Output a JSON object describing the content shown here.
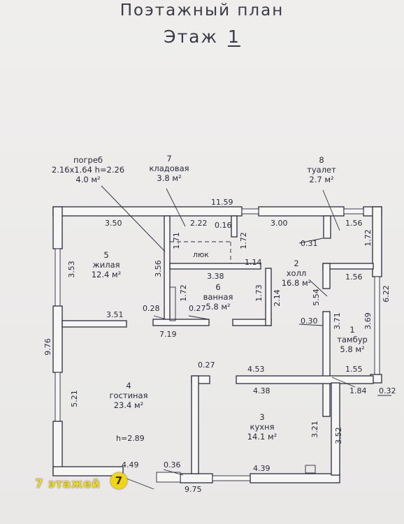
{
  "header": {
    "title": "Поэтажный план",
    "floor_label": "Этаж",
    "floor_number": "1"
  },
  "rooms": [
    {
      "id": "5",
      "num": "5",
      "name": "жилая",
      "area": "12.4 м²"
    },
    {
      "id": "7",
      "num": "7",
      "name": "кладовая",
      "area": "3.8 м²"
    },
    {
      "id": "8",
      "num": "8",
      "name": "туалет",
      "area": "2.7 м²"
    },
    {
      "id": "2",
      "num": "2",
      "name": "холл",
      "area": "16.8 м²"
    },
    {
      "id": "6",
      "num": "6",
      "name": "ванная",
      "area": "5.8 м²"
    },
    {
      "id": "1",
      "num": "1",
      "name": "тамбур",
      "area": "5.8 м²"
    },
    {
      "id": "4",
      "num": "4",
      "name": "гостиная",
      "area": "23.4 м²"
    },
    {
      "id": "3",
      "num": "3",
      "name": "кухня",
      "area": "14.1 м²"
    }
  ],
  "cellar": {
    "name": "погреб",
    "size": "2.16x1.64",
    "height": "h=2.26",
    "area": "4.0 м²"
  },
  "hatch": "люк",
  "ceiling_height": "h=2.89",
  "dimensions": {
    "top_total": "11.59",
    "bottom_total": "9.75",
    "left_total": "9.76",
    "right_total": "6.22",
    "d_3_50": "3.50",
    "d_2_22": "2.22",
    "d_0_16": "0.16",
    "d_3_00": "3.00",
    "d_1_56_top": "1.56",
    "d_0_31": "0.31",
    "d_1_72_right": "1.72",
    "d_1_71": "1.71",
    "d_1_72_mid": "1.72",
    "d_1_14": "1.14",
    "d_3_53": "3.53",
    "d_3_56": "3.56",
    "d_3_38": "3.38",
    "d_1_72_bath": "1.72",
    "d_1_73": "1.73",
    "d_2_14": "2.14",
    "d_1_56_mid": "1.56",
    "d_5_54": "5.54",
    "d_0_28": "0.28",
    "d_0_27_bath": "0.27",
    "d_3_51": "3.51",
    "d_7_19": "7.19",
    "d_0_30": "0.30",
    "d_3_71": "3.71",
    "d_3_69": "3.69",
    "d_0_27_liv": "0.27",
    "d_4_53": "4.53",
    "d_1_55": "1.55",
    "d_4_38": "4.38",
    "d_1_84": "1.84",
    "d_0_32": "0.32",
    "d_5_21": "5.21",
    "d_3_21": "3.21",
    "d_3_52": "3.52",
    "d_4_49": "4.49",
    "d_0_36": "0.36",
    "d_4_39": "4.39"
  },
  "watermark": {
    "text": "7 этажей",
    "badge": "7"
  }
}
